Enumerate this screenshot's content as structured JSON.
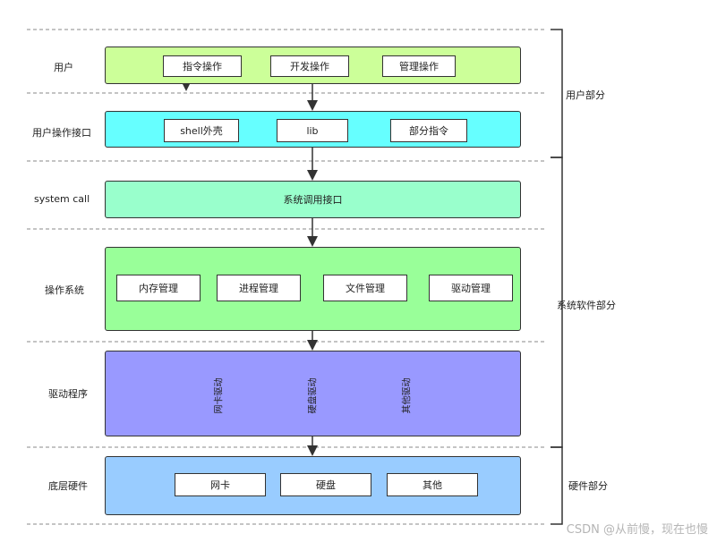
{
  "layers": [
    {
      "label": "用户",
      "color": "#ccff99",
      "items": [
        "指令操作",
        "开发操作",
        "管理操作"
      ]
    },
    {
      "label": "用户操作接口",
      "color": "#66ffff",
      "items": [
        "shell外壳",
        "lib",
        "部分指令"
      ]
    },
    {
      "label": "system call",
      "color": "#99ffcc",
      "text": "系统调用接口"
    },
    {
      "label": "操作系统",
      "color": "#99ff99",
      "items": [
        "内存管理",
        "进程管理",
        "文件管理",
        "驱动管理"
      ]
    },
    {
      "label": "驱动程序",
      "color": "#9999ff",
      "cylinders": [
        {
          "label": "网卡驱动",
          "fill": "#ffffff"
        },
        {
          "label": "硬盘驱动",
          "fill": "#c8c8c8"
        },
        {
          "label": "其他驱动",
          "fill": "#c8c8c8"
        }
      ]
    },
    {
      "label": "底层硬件",
      "color": "#99ccff",
      "items": [
        "网卡",
        "硬盘",
        "其他"
      ]
    }
  ],
  "sections": [
    {
      "label": "用户部分"
    },
    {
      "label": "系统软件部分"
    },
    {
      "label": "硬件部分"
    }
  ],
  "watermark": "CSDN @从前慢，现在也慢"
}
